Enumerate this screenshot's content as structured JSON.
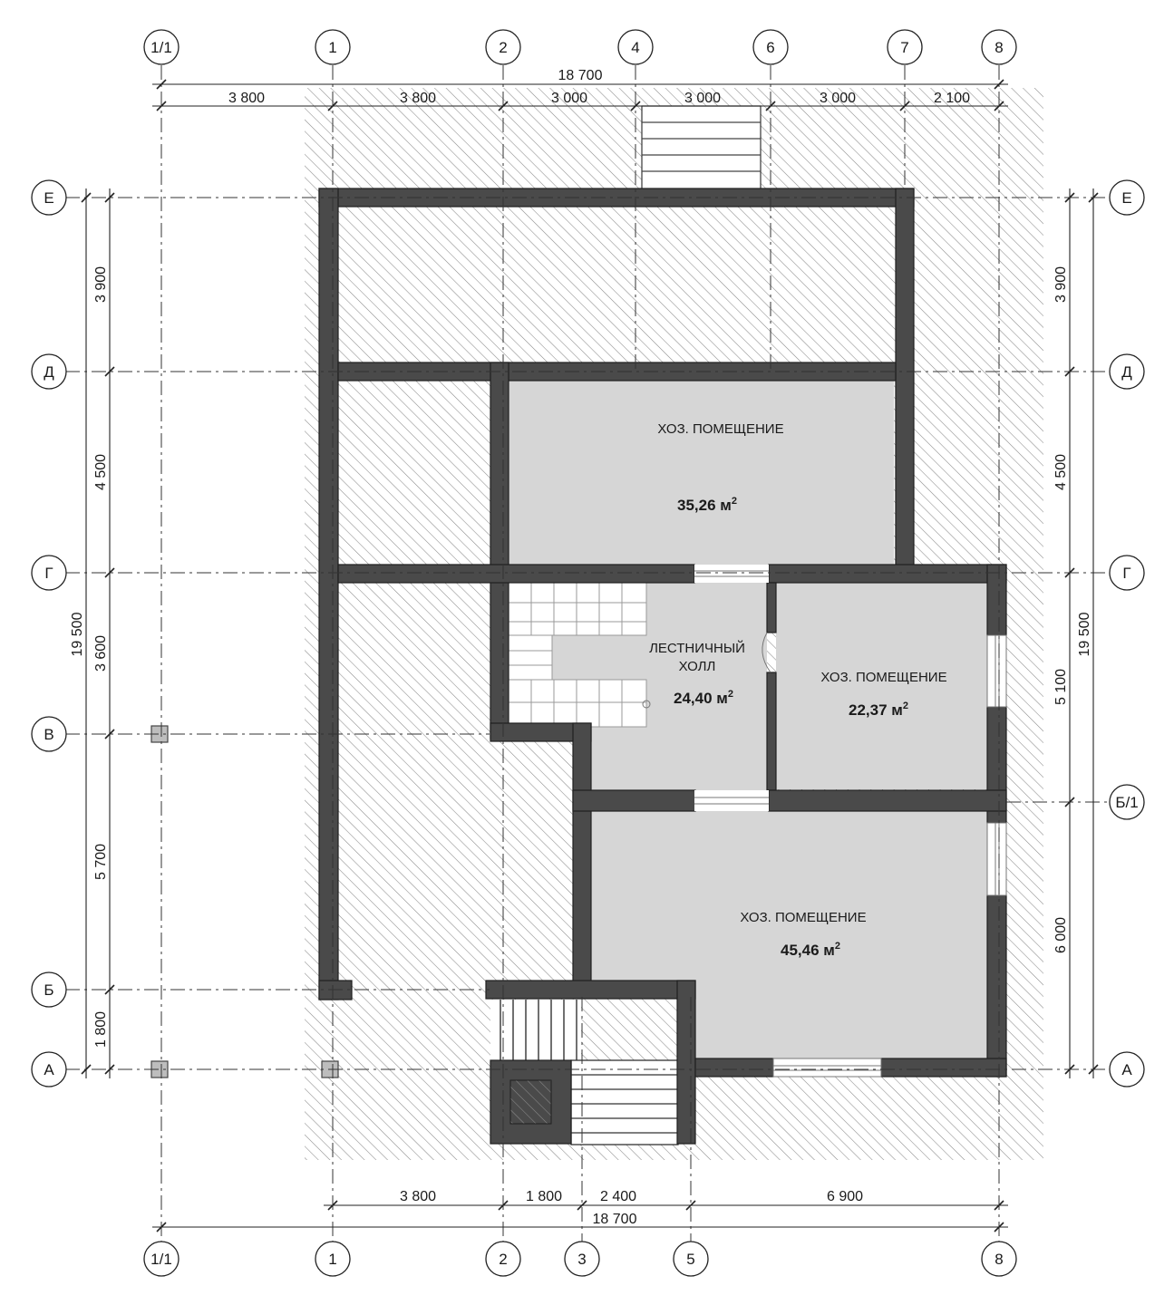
{
  "axes_top": [
    "1/1",
    "1",
    "2",
    "4",
    "6",
    "7",
    "8"
  ],
  "axes_bottom": [
    "1/1",
    "1",
    "2",
    "3",
    "5",
    "8"
  ],
  "axes_left": [
    "Е",
    "Д",
    "Г",
    "В",
    "Б",
    "А"
  ],
  "axes_right": [
    "Е",
    "Д",
    "Г",
    "Б/1",
    "А"
  ],
  "dims_top": {
    "total": "18 700",
    "segments": [
      "3 800",
      "3 800",
      "3 000",
      "3 000",
      "3 000",
      "2 100"
    ]
  },
  "dims_bottom": {
    "total": "18 700",
    "segments": [
      "3 800",
      "1 800",
      "2 400",
      "6 900"
    ]
  },
  "dims_left": {
    "total": "19 500",
    "segments": [
      "3 900",
      "4 500",
      "3 600",
      "5 700",
      "1 800"
    ]
  },
  "dims_right": {
    "total": "19 500",
    "segments": [
      "3 900",
      "4 500",
      "5 100",
      "6 000"
    ]
  },
  "rooms": [
    {
      "name": "ХОЗ. ПОМЕЩЕНИЕ",
      "area": "35,26 м",
      "sup": "2"
    },
    {
      "name_line1": "ЛЕСТНИЧНЫЙ",
      "name_line2": "ХОЛЛ",
      "area": "24,40 м",
      "sup": "2"
    },
    {
      "name": "ХОЗ. ПОМЕЩЕНИЕ",
      "area": "22,37 м",
      "sup": "2"
    },
    {
      "name": "ХОЗ. ПОМЕЩЕНИЕ",
      "area": "45,46 м",
      "sup": "2"
    }
  ],
  "colors": {
    "wall": "#4a4a4a",
    "room_fill": "#d6d6d6",
    "hatch": "#8a8a8a",
    "line": "#222222"
  }
}
